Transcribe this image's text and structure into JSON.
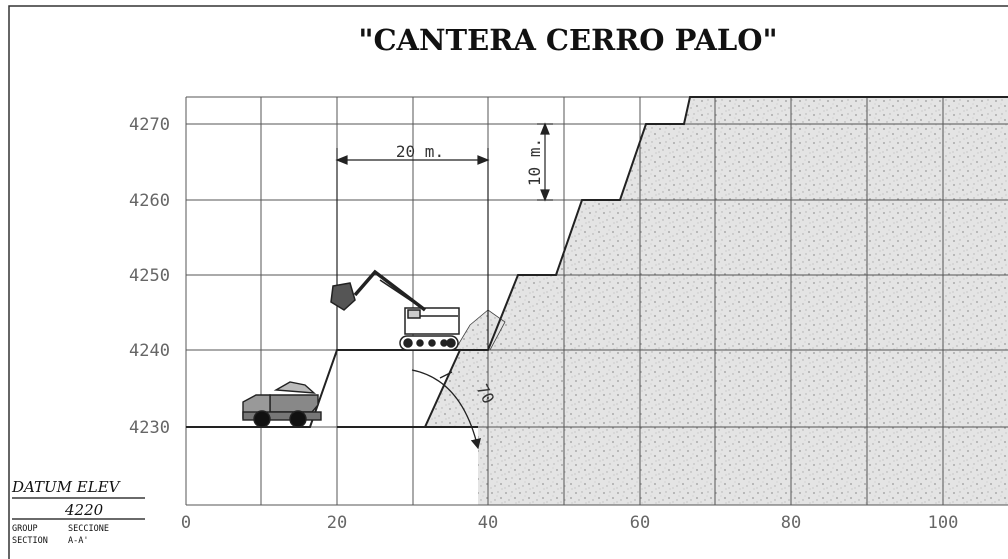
{
  "title": "\"CANTERA CERRO PALO\"",
  "chart_data": {
    "type": "diagram",
    "y_ticks": [
      "4270",
      "4260",
      "4250",
      "4240",
      "4230"
    ],
    "x_ticks": [
      "0",
      "20",
      "40",
      "60",
      "80",
      "100"
    ],
    "dimensions": {
      "horizontal": "20 m.",
      "vertical": "10 m.",
      "angle": "70"
    }
  },
  "datum": {
    "label": "DATUM ELEV",
    "value": "4220",
    "group_en": "GROUP",
    "section_en": "SECTION",
    "group_es": "SECCIONE",
    "section_es": "A-A'"
  },
  "colors": {
    "line": "#222222",
    "grid": "#555555",
    "rock_fill": "#dedede",
    "tick_text": "#666666"
  }
}
